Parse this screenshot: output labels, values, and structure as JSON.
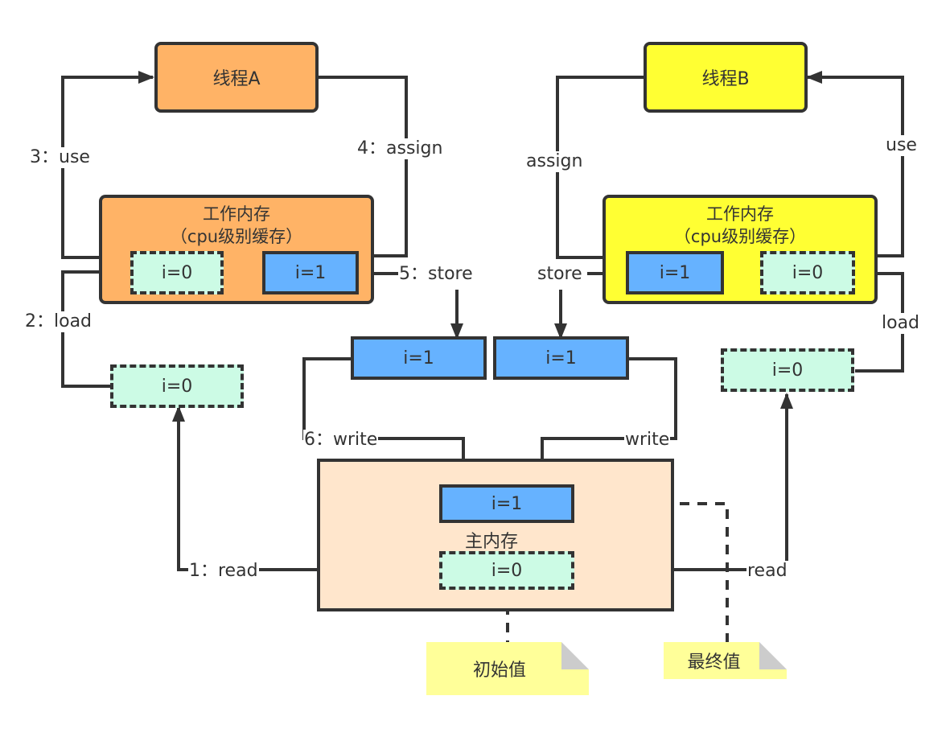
{
  "diagram": {
    "type": "java-memory-model-interaction",
    "thread_a": {
      "label": "线程A",
      "color": "#ffb366"
    },
    "thread_b": {
      "label": "线程B",
      "color": "#ffff33"
    },
    "working_memory_a": {
      "title": "工作内存",
      "subtitle": "（cpu级别缓存）",
      "cells": [
        "i=0",
        "i=1"
      ]
    },
    "working_memory_b": {
      "title": "工作内存",
      "subtitle": "（cpu级别缓存）",
      "cells": [
        "i=1",
        "i=0"
      ]
    },
    "read_buffer_a": "i=0",
    "read_buffer_b": "i=0",
    "store_buffer_a": "i=1",
    "store_buffer_b": "i=1",
    "main_memory": {
      "title": "主内存",
      "final_cell": "i=1",
      "initial_cell": "i=0"
    },
    "edges": {
      "a_read": "1：read",
      "a_load": "2：load",
      "a_use": "3：use",
      "a_assign": "4：assign",
      "a_store": "5：store",
      "a_write": "6：write",
      "b_read": "read",
      "b_load": "load",
      "b_use": "use",
      "b_assign": "assign",
      "b_store": "store",
      "b_write": "write"
    },
    "notes": {
      "initial": "初始值",
      "final": "最终值"
    },
    "colors": {
      "line": "#333333",
      "solid_cell": "#66b2ff",
      "dashed_cell": "#ccfbe5",
      "main_memory": "#ffe6cc",
      "note": "#ffff99"
    }
  }
}
